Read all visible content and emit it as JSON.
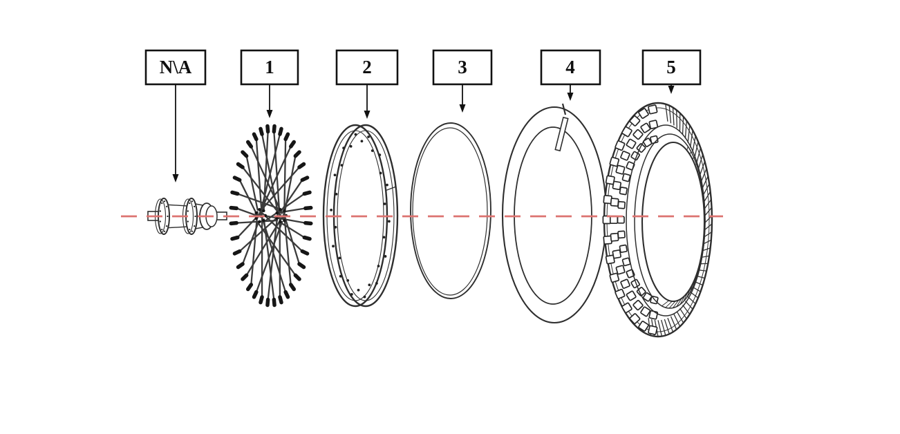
{
  "parts": [
    {
      "label": "N\\A",
      "name": "hub-axle"
    },
    {
      "label": "1",
      "name": "spoke-set"
    },
    {
      "label": "2",
      "name": "rim"
    },
    {
      "label": "3",
      "name": "rim-strip"
    },
    {
      "label": "4",
      "name": "inner-tube"
    },
    {
      "label": "5",
      "name": "tire"
    }
  ],
  "colors": {
    "ink": "#2e2e2e",
    "ink_dark": "#161616",
    "centerline": "#dc7370",
    "box_border": "#111111",
    "background": "#ffffff"
  }
}
